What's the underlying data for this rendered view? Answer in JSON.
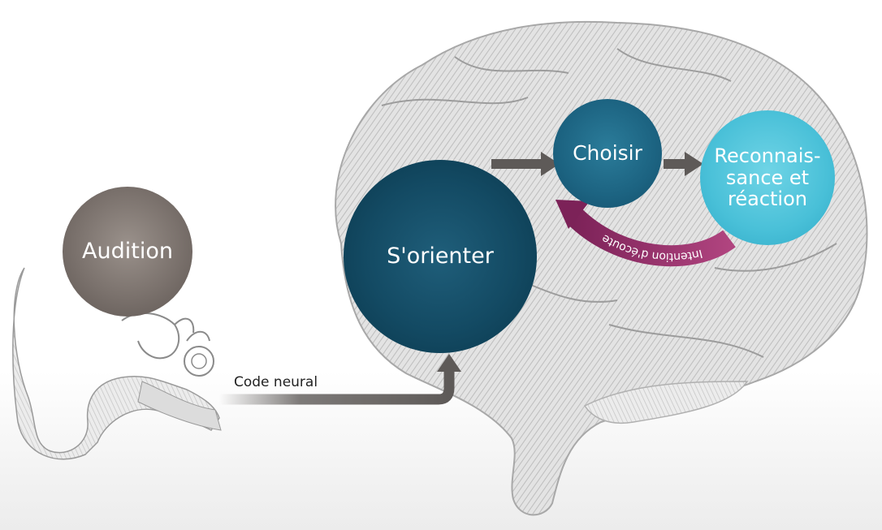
{
  "nodes": {
    "audition": "Audition",
    "orienter": "S'orienter",
    "choisir": "Choisir",
    "reconnaissance_line1": "Reconnais-",
    "reconnaissance_line2": "sance et",
    "reconnaissance_line3": "réaction"
  },
  "labels": {
    "code_neural": "Code neural",
    "intention": "Intention d'écoute"
  },
  "colors": {
    "audition": "#7a716c",
    "orienter": "#134a63",
    "choisir": "#1c6381",
    "reconnaissance": "#49c0d8",
    "intention_arrow": "#8a2a66",
    "flow_arrow": "#5e5a58"
  },
  "illustrations": [
    "brain-illustration",
    "ear-illustration"
  ]
}
